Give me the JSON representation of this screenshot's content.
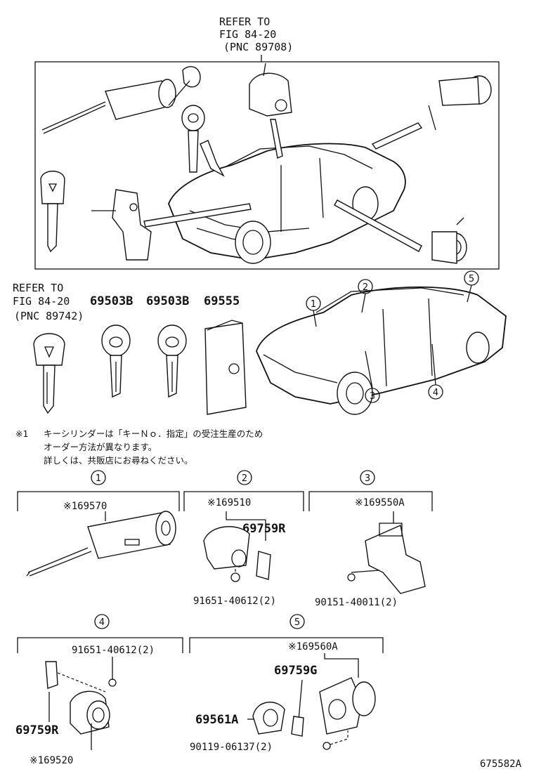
{
  "refer_top": {
    "line1": "REFER TO",
    "line2": "FIG 84-20",
    "line3": "(PNC 89708)"
  },
  "refer_mid": {
    "line1": "REFER TO",
    "line2": "FIG 84-20",
    "line3": "(PNC 89742)"
  },
  "key_parts": {
    "p1": "69503B",
    "p2": "69503B",
    "p3": "69555"
  },
  "note": {
    "mark": "※1",
    "line1": "キーシリンダーは「キーＮｏ．指定」の受注生産のため",
    "line2": "オーダー方法が異なります。",
    "line3": "詳しくは、共販店にお尋ねください。"
  },
  "callouts": [
    "1",
    "2",
    "3",
    "4",
    "5"
  ],
  "groups": {
    "g1": {
      "num": "1",
      "main": "※169570"
    },
    "g2": {
      "num": "2",
      "main": "※169510",
      "sub": "69759R",
      "bolt": "91651-40612(2)"
    },
    "g3": {
      "num": "3",
      "main": "※169550A",
      "bolt": "90151-40011(2)"
    },
    "g4": {
      "num": "4",
      "bolt": "91651-40612(2)",
      "sub": "69759R",
      "main": "※169520"
    },
    "g5": {
      "num": "5",
      "main": "※169560A",
      "sub": "69759G",
      "cap": "69561A",
      "bolt": "90119-06137(2)"
    }
  },
  "drawing_code": "675582A"
}
